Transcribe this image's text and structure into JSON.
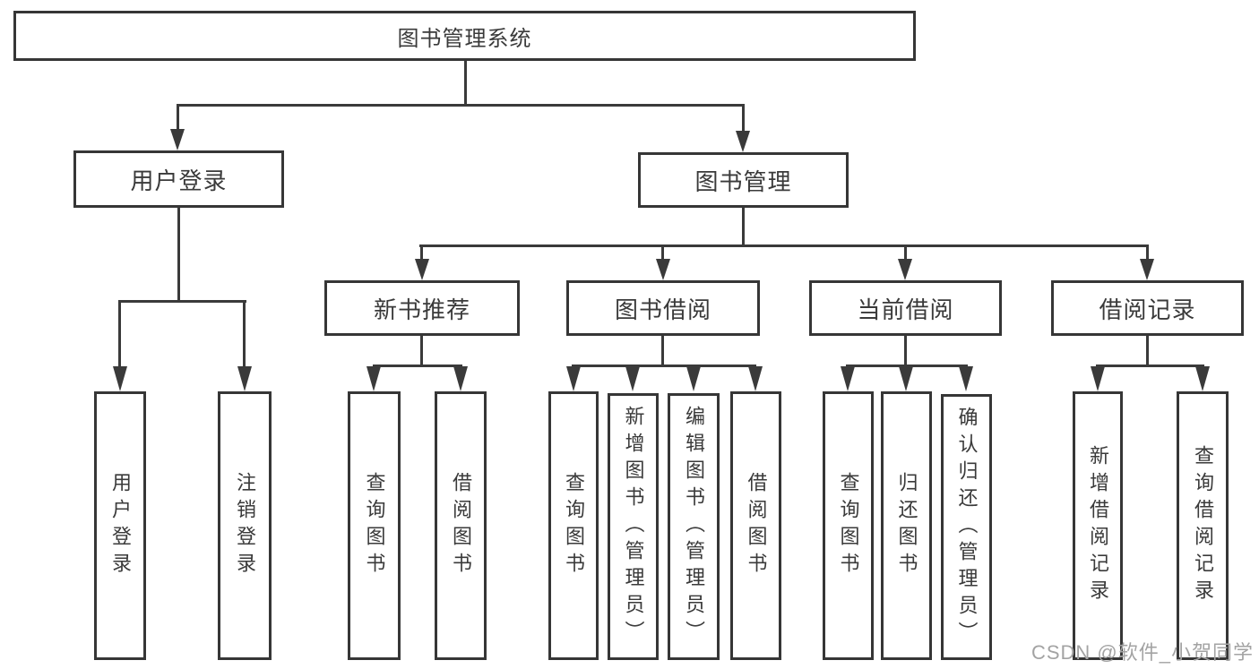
{
  "diagram": {
    "type": "hierarchy-tree",
    "title": "图书管理系统"
  },
  "nodes": {
    "root": {
      "label": "图书管理系统"
    },
    "user_login": {
      "label": "用户登录"
    },
    "book_mgmt": {
      "label": "图书管理"
    },
    "new_book_rec": {
      "label": "新书推荐"
    },
    "book_borrow": {
      "label": "图书借阅"
    },
    "current_borrow": {
      "label": "当前借阅"
    },
    "borrow_records": {
      "label": "借阅记录"
    },
    "leaf_user_login": {
      "label": "用户登录"
    },
    "leaf_logout": {
      "label": "注销登录"
    },
    "a_query_books": {
      "label": "查询图书"
    },
    "a_borrow_books": {
      "label": "借阅图书"
    },
    "b_query_books": {
      "label": "查询图书"
    },
    "b_add_books": {
      "label": "新增图书（管理员）"
    },
    "b_edit_books": {
      "label": "编辑图书（管理员）"
    },
    "b_borrow_books": {
      "label": "借阅图书"
    },
    "c_query_books": {
      "label": "查询图书"
    },
    "c_return_books": {
      "label": "归还图书"
    },
    "c_confirm_return": {
      "label": "确认归还（管理员）"
    },
    "d_add_record": {
      "label": "新增借阅记录"
    },
    "d_query_record": {
      "label": "查询借阅记录"
    }
  },
  "watermark": {
    "text": "CSDN @软件_小贺同学",
    "color": "#a3a3a3"
  },
  "colors": {
    "line": "#3a3a3a",
    "box_border": "#363636",
    "text": "#3a3a3a",
    "background": "#ffffff"
  }
}
